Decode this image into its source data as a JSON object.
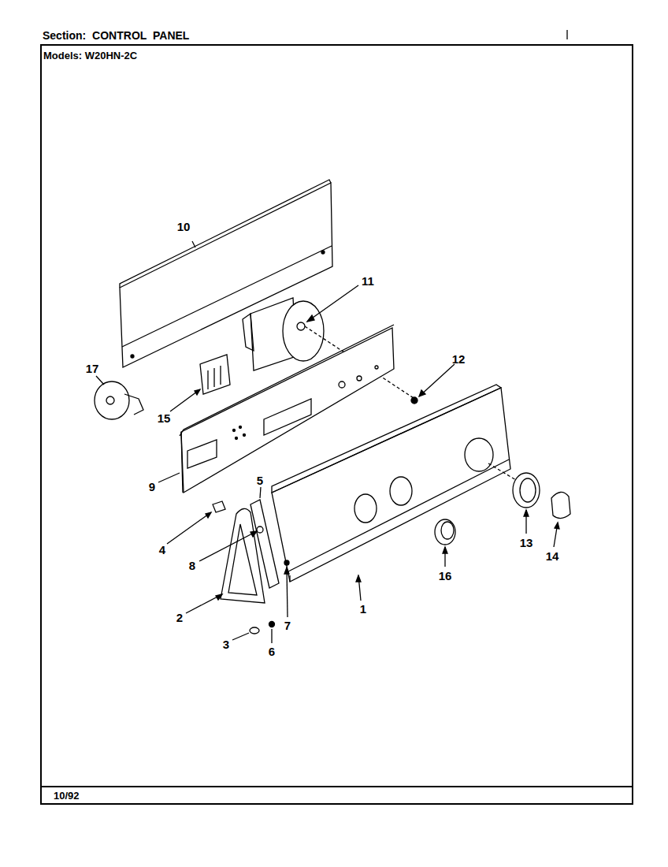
{
  "diagram": {
    "title": "Section: CONTROL PANEL",
    "labels": [
      "Models: W20HN-2C",
      "10",
      "11",
      "17",
      "15",
      "12",
      "9",
      "5",
      "4",
      "8",
      "13",
      "14",
      "16",
      "2",
      "1",
      "7",
      "3",
      "6",
      "10/92"
    ]
  }
}
